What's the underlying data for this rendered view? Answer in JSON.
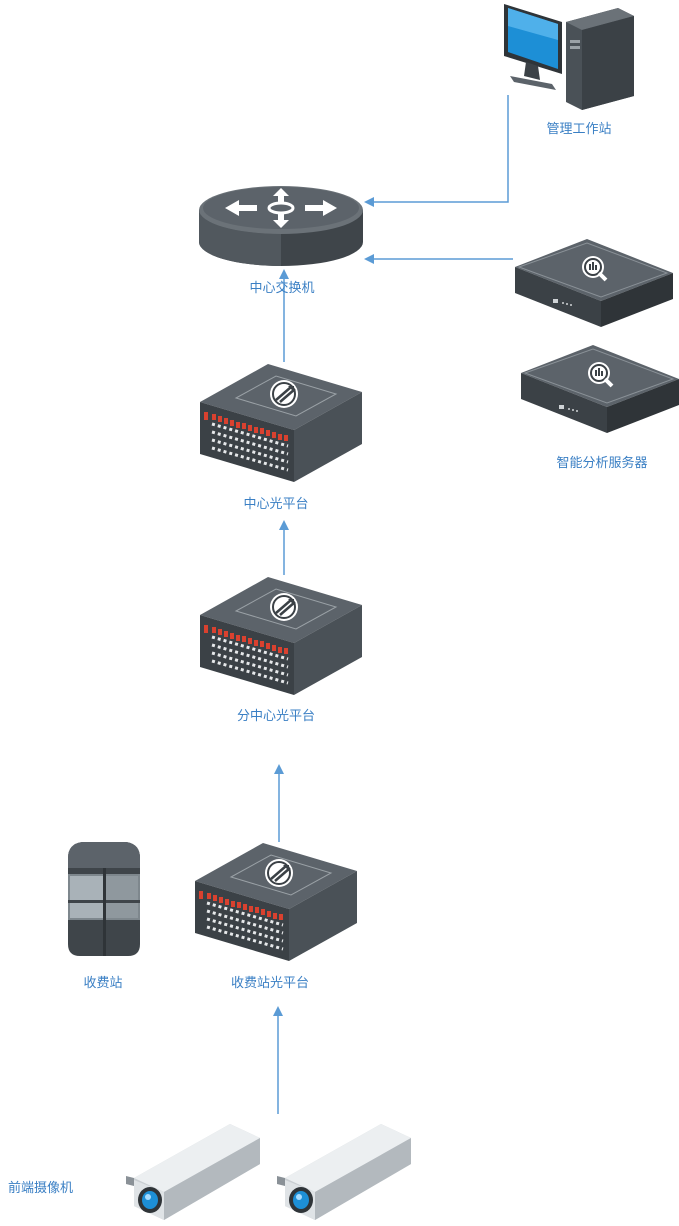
{
  "colors": {
    "label": "#3a7fc4",
    "arrow": "#5b9bd5",
    "device_dark": "#4a5157",
    "device_top": "#5c636a",
    "screen": "#1d8fd6",
    "port_red": "#d9412f"
  },
  "labels": {
    "workstation": "管理工作站",
    "core_switch": "中心交换机",
    "analysis_server": "智能分析服务器",
    "center_optical": "中心光平台",
    "sub_center_optical": "分中心光平台",
    "toll_station": "收费站",
    "toll_optical": "收费站光平台",
    "front_camera": "前端摄像机"
  },
  "icons": {
    "workstation": "desktop-computer-icon",
    "core_switch": "router-switch-icon",
    "analysis_server": "analysis-server-icon",
    "optical_platform": "optical-rack-icon",
    "toll_station": "toll-booth-icon",
    "camera": "bullet-camera-icon"
  }
}
